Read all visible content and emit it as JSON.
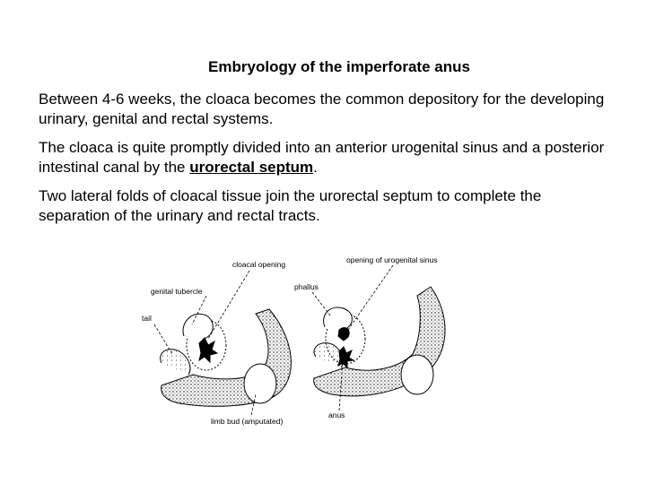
{
  "slide": {
    "title": "Embryology of the imperforate anus",
    "paragraph_1": "Between 4-6 weeks, the cloaca becomes the common depository for the developing urinary, genital and rectal systems.",
    "paragraph_2_before": "The cloaca is quite promptly divided into an anterior urogenital sinus and a posterior intestinal canal by the ",
    "paragraph_2_term": "urorectal septum",
    "paragraph_2_after": ".",
    "paragraph_3": " Two lateral folds of cloacal tissue join the urorectal septum to complete the separation of the urinary and rectal tracts."
  },
  "figure": {
    "labels": {
      "cloacal_opening": "cloacal opening",
      "genital_tubercle": "genital tubercle",
      "tail": "tail",
      "limb_bud": "limb bud (amputated)",
      "opening_urogenital_sinus": "opening of urogenital sinus",
      "phallus": "phallus",
      "anus": "anus"
    }
  }
}
